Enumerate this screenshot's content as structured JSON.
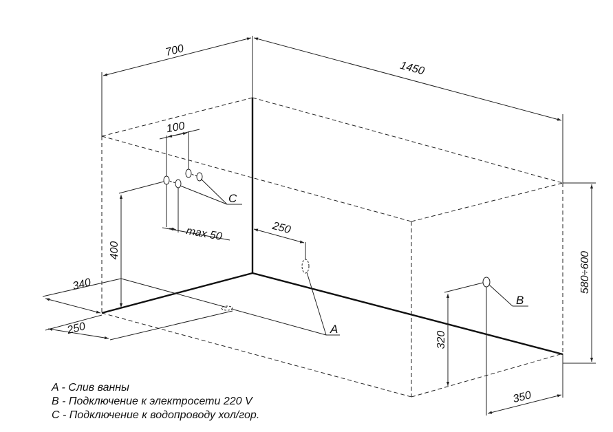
{
  "dimensions": {
    "width_top": "700",
    "length_top": "1450",
    "pipe_spacing": "100",
    "pipe_offset": "max 50",
    "drain_offset": "250",
    "water_height": "400",
    "left_depth": "340",
    "left_bottom": "250",
    "total_height": "580÷600",
    "electric_height": "320",
    "electric_offset": "350"
  },
  "points": {
    "A": "A",
    "B": "B",
    "C": "C"
  },
  "legend": [
    "A - Слив ванны",
    "B - Подключение к электросети 220 V",
    "C - Подключение к водопроводу хол/гор."
  ]
}
